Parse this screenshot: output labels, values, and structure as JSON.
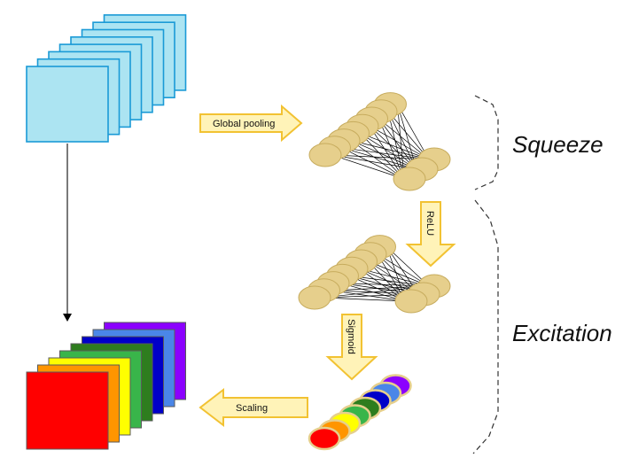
{
  "colors": {
    "input_fill": "#ace4f2",
    "input_stroke": "#1a9ad6",
    "neuron_fill": "#e6cf8c",
    "neuron_stroke": "#c7ac5e",
    "arrow_fill": "#fff3b8",
    "arrow_stroke": "#f2c232",
    "output_stack": [
      "#ff0000",
      "#ff9500",
      "#ffff00",
      "#39b54a",
      "#2e7d1e",
      "#0000c8",
      "#4a86e8",
      "#8b00ff"
    ]
  },
  "labels": {
    "global_pooling": "Global pooling",
    "relu": "ReLU",
    "sigmoid": "Sigmoid",
    "scaling": "Scaling",
    "squeeze": "Squeeze",
    "excitation": "Excitation"
  },
  "icons": {
    "input_stack": "feature-map-stack-icon",
    "output_stack": "scaled-feature-map-stack-icon",
    "network": "fully-connected-network-icon"
  }
}
